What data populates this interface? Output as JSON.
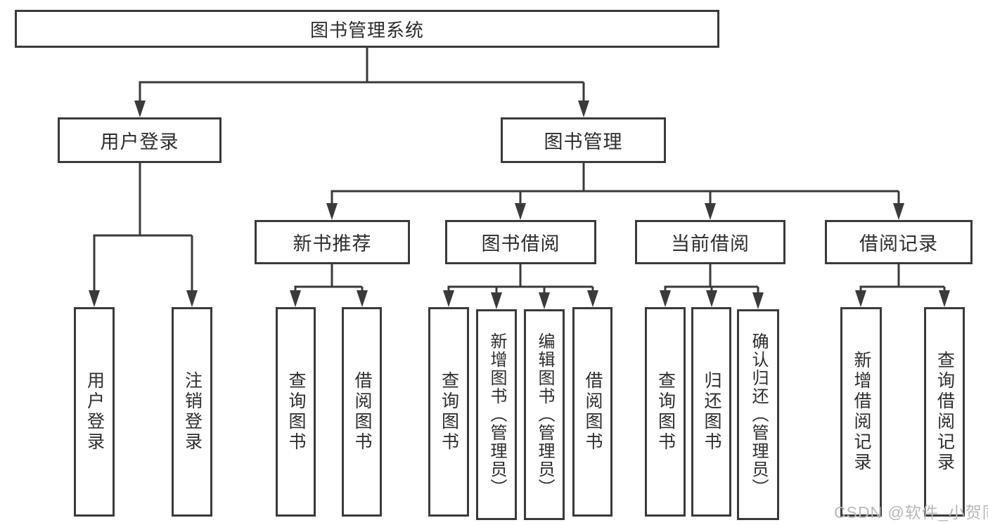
{
  "tree": {
    "root": {
      "label": "图书管理系统"
    },
    "branches": [
      {
        "label": "用户登录",
        "children": [
          {
            "label": "用户登录"
          },
          {
            "label": "注销登录"
          }
        ]
      },
      {
        "label": "图书管理",
        "children": [
          {
            "label": "新书推荐",
            "children": [
              {
                "label": "查询图书"
              },
              {
                "label": "借阅图书"
              }
            ]
          },
          {
            "label": "图书借阅",
            "children": [
              {
                "label": "查询图书"
              },
              {
                "label": "新增图书（管理员）"
              },
              {
                "label": "编辑图书（管理员）"
              },
              {
                "label": "借阅图书"
              }
            ]
          },
          {
            "label": "当前借阅",
            "children": [
              {
                "label": "查询图书"
              },
              {
                "label": "归还图书"
              },
              {
                "label": "确认归还（管理员）"
              }
            ]
          },
          {
            "label": "借阅记录",
            "children": [
              {
                "label": "新增借阅记录"
              },
              {
                "label": "查询借阅记录"
              }
            ]
          }
        ]
      }
    ]
  },
  "watermark": {
    "text": "CSDN @软件_小贺同学"
  },
  "colors": {
    "line": "#3a3a3a",
    "text": "#2d2d2d",
    "watermark": "#b8b8b8"
  }
}
